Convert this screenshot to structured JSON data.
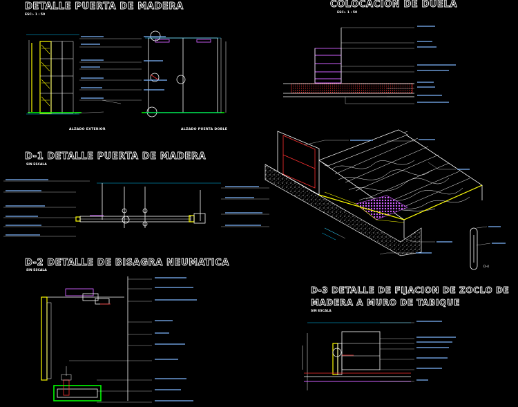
{
  "sheet": {
    "sections": [
      {
        "id": "detalle-puerta",
        "title": "DETALLE PUERTA DE MADERA",
        "scale": "ESC:- 1 : 50",
        "captions": [
          "ALZADO EXTERIOR",
          "ALZADO PUERTA DOBLE"
        ]
      },
      {
        "id": "colocacion-duela",
        "title": "COLOCACION DE DUELA",
        "scale": "ESC:- 1 : 50"
      },
      {
        "id": "d1",
        "title": "D-1  DETALLE PUERTA DE MADERA",
        "scale": "SIN ESCALA"
      },
      {
        "id": "d2",
        "title": "D-2  DETALLE DE BISAGRA NEUMATICA",
        "scale": "SIN ESCALA"
      },
      {
        "id": "d3",
        "title_line1": "D-3  DETALLE DE FIJACION DE ZOCLO DE",
        "title_line2": "MADERA A MURO DE TABIQUE",
        "scale": "SIN ESCALA"
      }
    ],
    "tags": {
      "d4": "D-4"
    }
  },
  "colors": {
    "background": "#000000",
    "line": "#ffffff",
    "accent_yellow": "#ffff00",
    "accent_magenta": "#d060ff",
    "accent_green": "#00ff00",
    "accent_red": "#ff3030",
    "annotation_blue": "#7fb8ff"
  }
}
